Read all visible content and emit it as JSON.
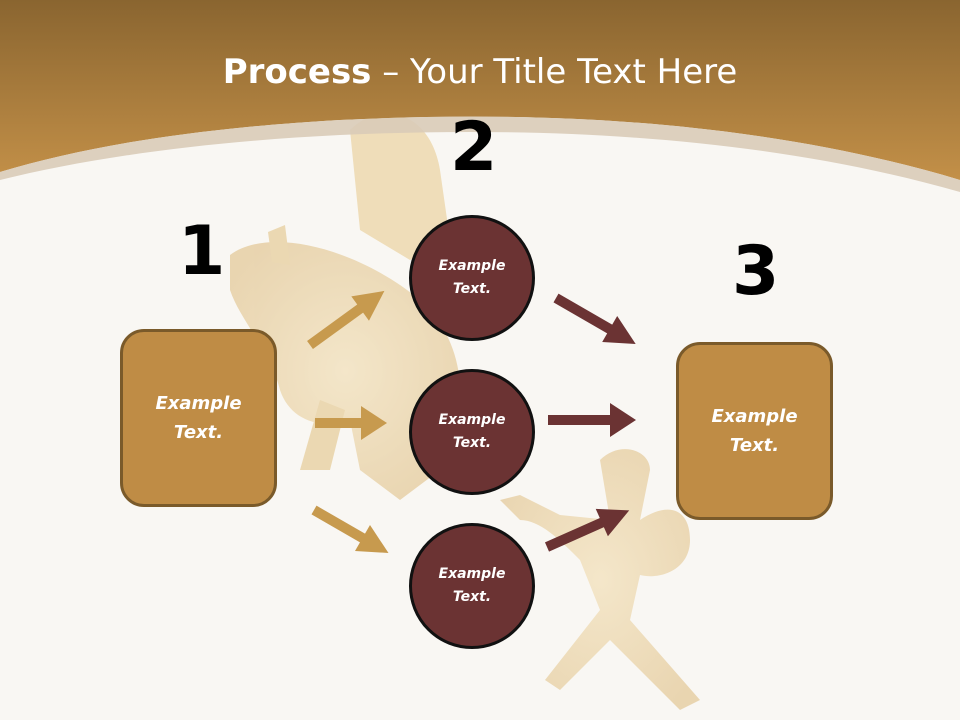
{
  "slide": {
    "title_bold": "Process",
    "title_rest": " – Your Title Text Here"
  },
  "steps": {
    "step1_number": "1",
    "step2_number": "2",
    "step3_number": "3"
  },
  "nodes": {
    "left_box": "Example\nText.",
    "circle_top": "Example\nText.",
    "circle_middle": "Example\nText.",
    "circle_bottom": "Example\nText.",
    "right_box": "Example\nText."
  },
  "colors": {
    "header_gold": "#bd8a42",
    "box_fill": "#bf8c45",
    "circle_fill": "#6b3333",
    "arrow_gold": "#c79a4e",
    "arrow_maroon": "#6b3333",
    "background": "#f9f7f3"
  }
}
